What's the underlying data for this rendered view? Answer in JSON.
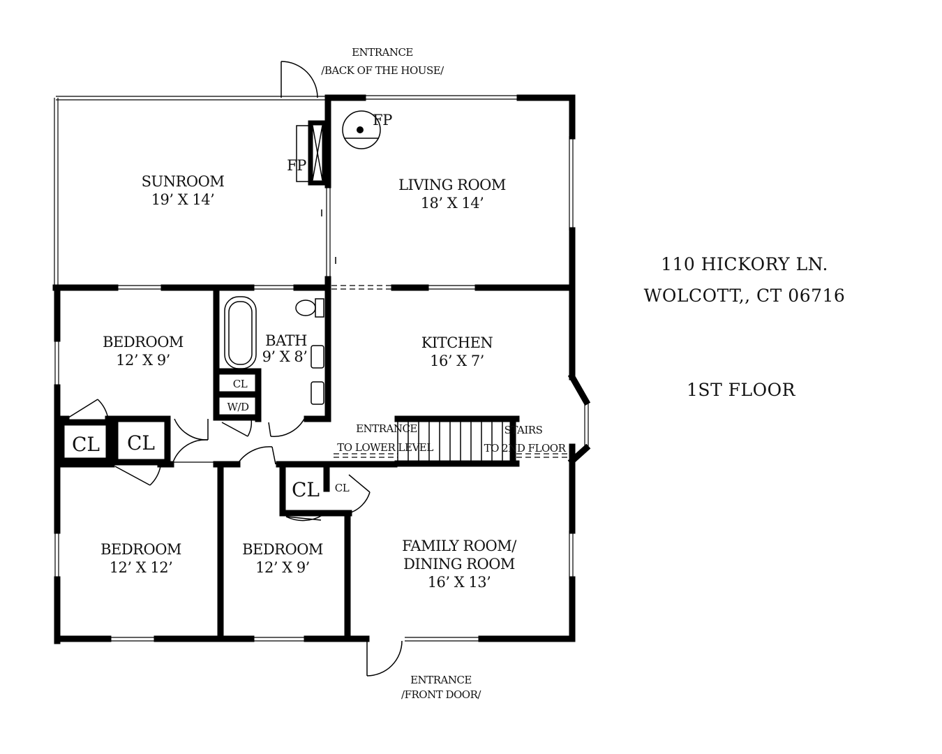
{
  "entrances": {
    "back_line1": "ENTRANCE",
    "back_line2": "/BACK OF THE HOUSE/",
    "front_line1": "ENTRANCE",
    "front_line2": "/FRONT DOOR/",
    "lower_line1": "ENTRANCE",
    "lower_line2": "TO LOWER LEVEL"
  },
  "stairs": {
    "line1": "STAIRS",
    "line2": "TO 2ND FLOOR"
  },
  "fireplaces": {
    "sunroom": "FP",
    "living": "FP"
  },
  "rooms": {
    "sunroom": {
      "name": "SUNROOM",
      "size": "19’ X 14’"
    },
    "living": {
      "name": "LIVING ROOM",
      "size": "18’ X 14’"
    },
    "bedroom_nw": {
      "name": "BEDROOM",
      "size": "12’ X 9’"
    },
    "bath": {
      "name": "BATH",
      "size": "9’ X 8’"
    },
    "kitchen": {
      "name": "KITCHEN",
      "size": "16’ X 7’"
    },
    "bedroom_sw": {
      "name": "BEDROOM",
      "size": "12’ X 12’"
    },
    "bedroom_s": {
      "name": "BEDROOM",
      "size": "12’ X 9’"
    },
    "family": {
      "name_line1": "FAMILY ROOM/",
      "name_line2": "DINING ROOM",
      "size": "16’ X 13’"
    }
  },
  "closets": {
    "bath_cl": "CL",
    "wd": "W/D",
    "hall_cl1": "CL",
    "hall_cl2": "CL",
    "bed_cl": "CL",
    "small_cl": "CL"
  },
  "info": {
    "address_line1": "110 HICKORY LN.",
    "address_line2": "WOLCOTT,, CT 06716",
    "floor": "1ST FLOOR"
  }
}
